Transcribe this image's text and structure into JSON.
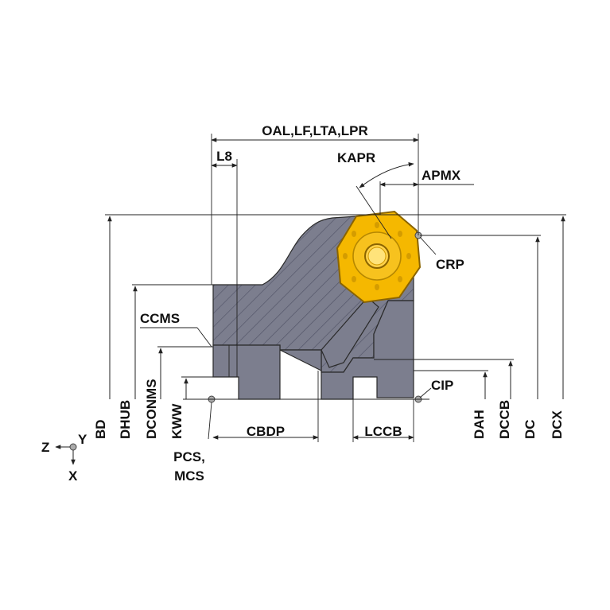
{
  "diagram": {
    "labels": {
      "oal": "OAL,LF,LTA,LPR",
      "l8": "L8",
      "kapr": "KAPR",
      "apmx": "APMX",
      "crp": "CRP",
      "ccms": "CCMS",
      "cip": "CIP",
      "cbdp": "CBDP",
      "lccb": "LCCB",
      "pcs_line1": "PCS,",
      "pcs_line2": "MCS",
      "bd": "BD",
      "dhub": "DHUB",
      "dconms": "DCONMS",
      "kww": "KWW",
      "dah": "DAH",
      "dccb": "DCCB",
      "dc": "DC",
      "dcx": "DCX",
      "axis_z": "Z",
      "axis_y": "Y",
      "axis_x": "X"
    },
    "colors": {
      "body_fill": "#7c7e8e",
      "body_stroke": "#2a2a2a",
      "insert_fill": "#f5b800",
      "insert_stroke": "#8a6400",
      "line": "#222222"
    }
  }
}
